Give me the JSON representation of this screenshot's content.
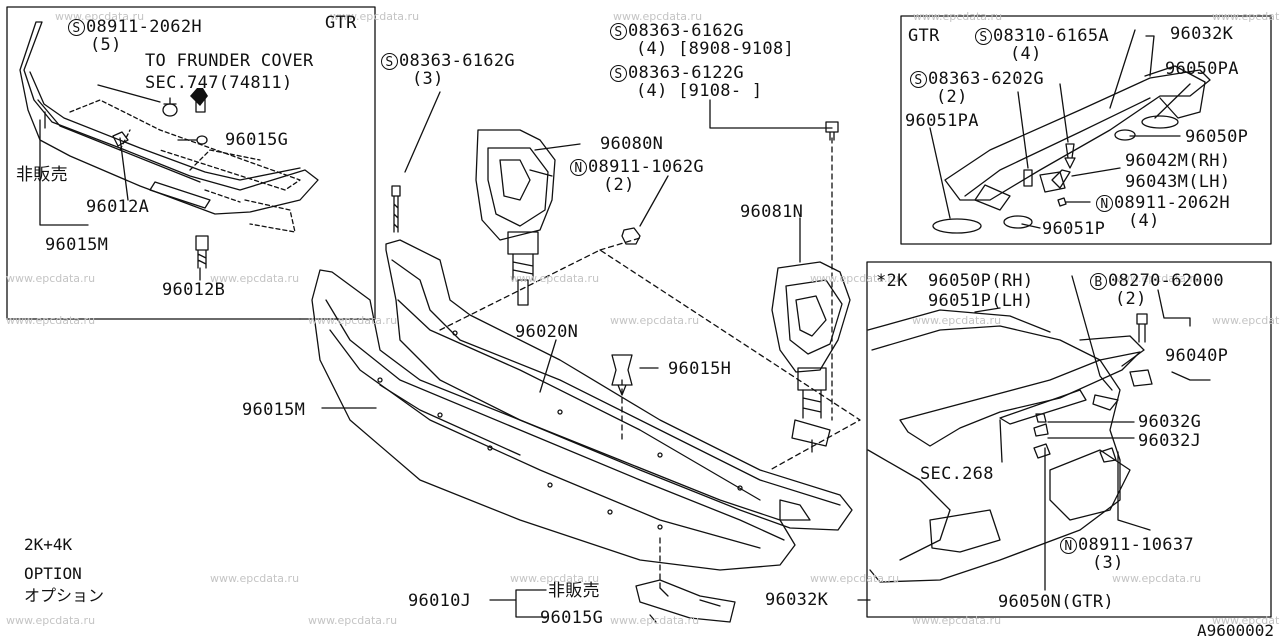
{
  "watermark": "www.epcdata.ru",
  "drawing_code": "A9600002",
  "option_note": {
    "line1": "2K+4K",
    "line2": "OPTION",
    "line3": "オプション"
  },
  "prefix": {
    "S": "S",
    "N": "N",
    "B": "B"
  },
  "front_gtr_box": {
    "tag": "GTR",
    "screw": "08911-2062H",
    "screw_qty": "(5)",
    "note1": "TO FRUNDER COVER",
    "note2": "SEC.747(74811)",
    "p96015G": "96015G",
    "not_sold": "非販売",
    "p96012A": "96012A",
    "p96015M": "96015M",
    "p96012B": "96012B"
  },
  "main_parts": {
    "s1": "08363-6162G",
    "s1_qty": "(3)",
    "s2": "08363-6162G",
    "s2_qty": "(4) [8908-9108]",
    "s3": "08363-6122G",
    "s3_qty": "(4) [9108-   ]",
    "p96080N": "96080N",
    "n1": "08911-1062G",
    "n1_qty": "(2)",
    "p96081N": "96081N",
    "p96020N": "96020N",
    "p96015H": "96015H",
    "p96015M": "96015M",
    "p96010J": "96010J",
    "not_sold": "非販売",
    "p96015G": "96015G",
    "p96032K": "96032K"
  },
  "rear_gtr_box": {
    "tag": "GTR",
    "s1": "08310-6165A",
    "s1_qty": "(4)",
    "p96032K": "96032K",
    "s2": "08363-6202G",
    "s2_qty": "(2)",
    "p96050PA": "96050PA",
    "p96051PA": "96051PA",
    "p96050P": "96050P",
    "p96042M": "96042M(RH)",
    "p96043M": "96043M(LH)",
    "n1": "08911-2062H",
    "n1_qty": "(4)",
    "p96051P": "96051P"
  },
  "rear_2k_box": {
    "tag": "*2K",
    "p96050P": "96050P(RH)",
    "p96051P": "96051P(LH)",
    "b1": "08270-62000",
    "b1_qty": "(2)",
    "p96040P": "96040P",
    "p96032G": "96032G",
    "p96032J": "96032J",
    "sec": "SEC.268",
    "n1": "08911-10637",
    "n1_qty": "(3)",
    "p96050N": "96050N(GTR)"
  }
}
